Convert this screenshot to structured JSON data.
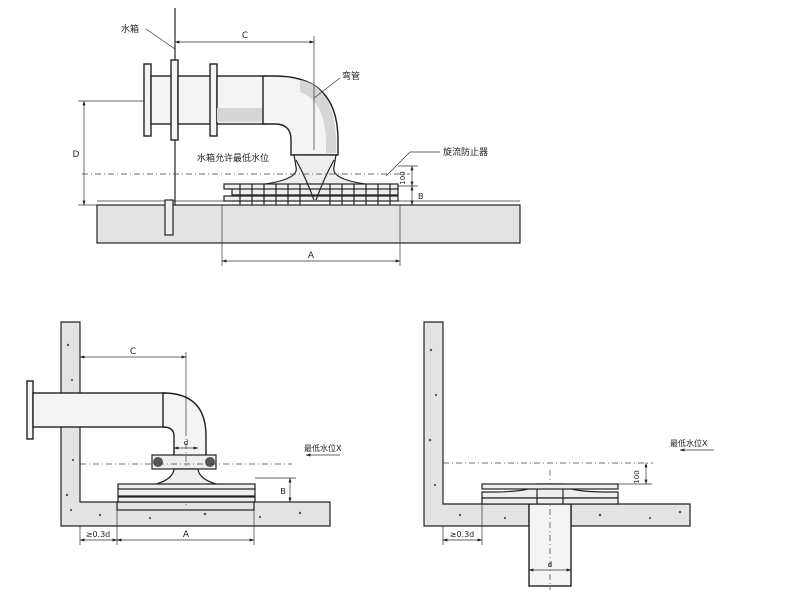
{
  "figure1": {
    "tank_label": "水箱",
    "elbow_label": "弯管",
    "min_level_label": "水箱允许最低水位",
    "device_label": "旋流防止器",
    "dim_c": "C",
    "dim_d": "D",
    "dim_a": "A",
    "dim_b": "B",
    "dim_100": "100"
  },
  "figure2": {
    "dim_c": "C",
    "dim_a": "A",
    "dim_b": "B",
    "dim_d": "d",
    "dim_gap": "≥0.3d",
    "level_label": "最低水位X"
  },
  "figure3": {
    "dim_100": "100",
    "dim_d": "d",
    "dim_gap": "≥0.3d",
    "level_label": "最低水位X"
  }
}
